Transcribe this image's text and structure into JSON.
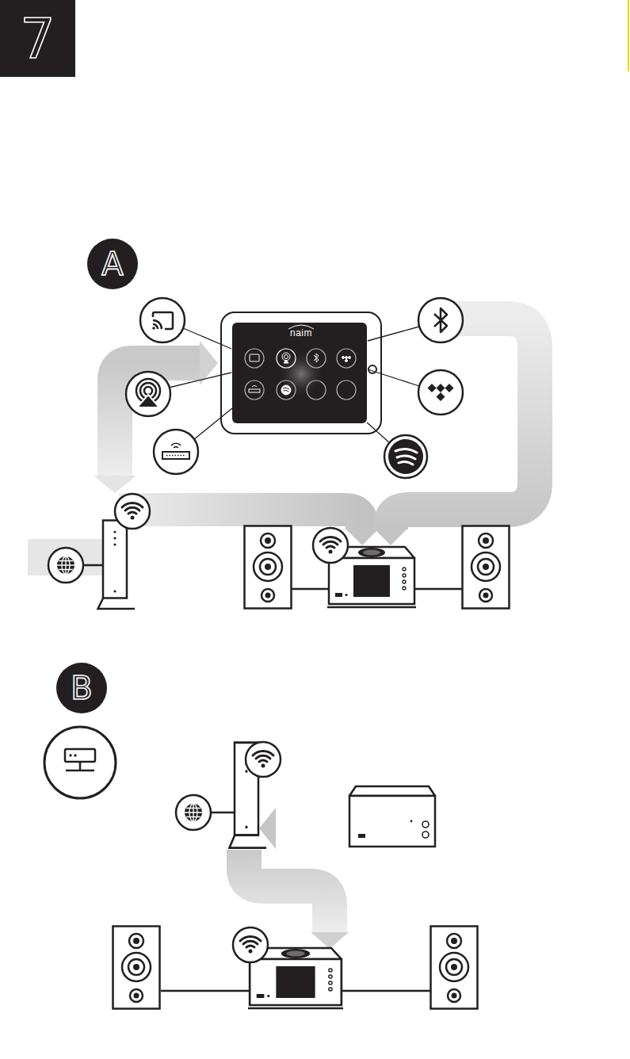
{
  "diagram": {
    "nodes": [
      {
        "text": [
          "7"
        ]
      },
      {
        "text": [
          "A"
        ]
      },
      {
        "text": [
          "naim"
        ]
      },
      {
        "text": [
          "B"
        ]
      }
    ]
  }
}
